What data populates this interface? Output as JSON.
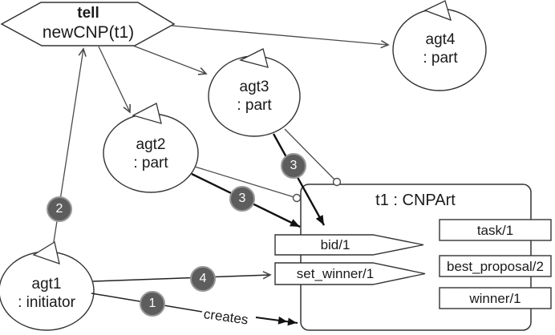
{
  "message_hexagon": {
    "performative": "tell",
    "content": "newCNP(t1)"
  },
  "agents": [
    {
      "name": "agt1",
      "role": ": initiator"
    },
    {
      "name": "agt2",
      "role": ": part"
    },
    {
      "name": "agt3",
      "role": ": part"
    },
    {
      "name": "agt4",
      "role": ": part"
    }
  ],
  "artifact": {
    "name": "t1 : CNPArt",
    "usage_interface": [
      "bid/1",
      "set_winner/1"
    ],
    "properties": [
      "task/1",
      "best_proposal/2",
      "winner/1"
    ]
  },
  "edge_labels": {
    "creates": "creates"
  },
  "step_badges": [
    "1",
    "2",
    "3",
    "3",
    "4"
  ],
  "colors": {
    "background": "#ffffff",
    "outline": "#333333",
    "thin_line": "#4a4a4a",
    "thick_line": "#111111",
    "badge_fill": "#5d5d5d",
    "badge_halo": "#979797",
    "badge_text": "#ffffff",
    "text": "#1a1a1a"
  }
}
